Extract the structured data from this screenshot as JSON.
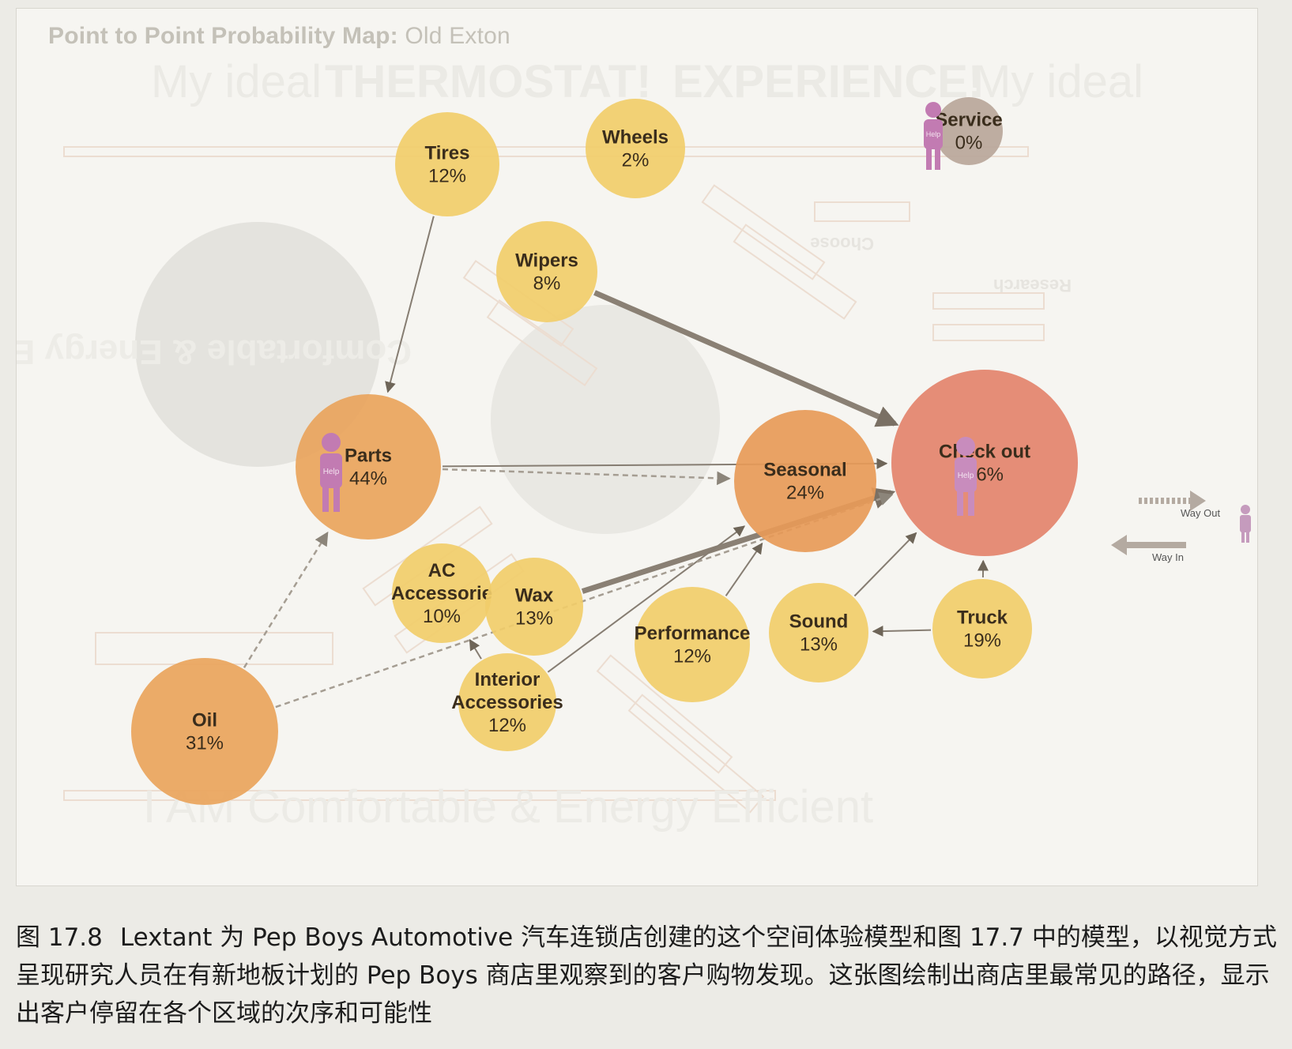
{
  "figure": {
    "title_bold": "Point to Point Probability Map:",
    "title_location": "Old Exton",
    "bubbles": [
      {
        "id": "tires",
        "label": "Tires",
        "pct": "12%",
        "color": "#f1cd6a"
      },
      {
        "id": "wheels",
        "label": "Wheels",
        "pct": "2%",
        "color": "#f1cd6a"
      },
      {
        "id": "service",
        "label": "Service",
        "pct": "0%",
        "color": "#b9a69a"
      },
      {
        "id": "wipers",
        "label": "Wipers",
        "pct": "8%",
        "color": "#f1cd6a"
      },
      {
        "id": "parts",
        "label": "Parts",
        "pct": "44%",
        "color": "#e9a45c"
      },
      {
        "id": "seasonal",
        "label": "Seasonal",
        "pct": "24%",
        "color": "#e79a58"
      },
      {
        "id": "checkout",
        "label": "Check out",
        "pct": "56%",
        "color": "#e3836c"
      },
      {
        "id": "ac",
        "label": "AC Accessorie",
        "pct": "10%",
        "color": "#f1cd6a"
      },
      {
        "id": "wax",
        "label": "Wax",
        "pct": "13%",
        "color": "#f1cd6a"
      },
      {
        "id": "performance",
        "label": "Performance",
        "pct": "12%",
        "color": "#f1cd6a"
      },
      {
        "id": "sound",
        "label": "Sound",
        "pct": "13%",
        "color": "#f1cd6a"
      },
      {
        "id": "truck",
        "label": "Truck",
        "pct": "19%",
        "color": "#f1cd6a"
      },
      {
        "id": "interior",
        "label": "Interior Accessories",
        "pct": "12%",
        "color": "#f1cd6a"
      },
      {
        "id": "oil",
        "label": "Oil",
        "pct": "31%",
        "color": "#e9a45c"
      }
    ],
    "paths": [
      {
        "from": "tires",
        "to": "parts",
        "style": "solid"
      },
      {
        "from": "wipers",
        "to": "checkout",
        "style": "heavy"
      },
      {
        "from": "parts",
        "to": "checkout",
        "style": "solid"
      },
      {
        "from": "parts",
        "to": "seasonal",
        "style": "dashed"
      },
      {
        "from": "wax",
        "to": "checkout",
        "style": "heavy"
      },
      {
        "from": "performance",
        "to": "seasonal",
        "style": "solid"
      },
      {
        "from": "interior",
        "to": "ac",
        "style": "solid"
      },
      {
        "from": "interior",
        "to": "seasonal",
        "style": "solid"
      },
      {
        "from": "sound",
        "to": "checkout",
        "style": "solid"
      },
      {
        "from": "truck",
        "to": "sound",
        "style": "solid"
      },
      {
        "from": "truck",
        "to": "checkout",
        "style": "solid"
      },
      {
        "from": "oil",
        "to": "parts",
        "style": "dashed"
      },
      {
        "from": "oil",
        "to": "checkout",
        "style": "dashed"
      }
    ],
    "legend": {
      "way_out": "Way Out",
      "way_in": "Way In"
    },
    "help_badge": "Help",
    "background_text": {
      "my_ideal_left": "My ideal",
      "thermostat": "THERMOSTAT!",
      "experience": "EXPERIENCE!",
      "my_ideal_right": "My ideal",
      "comfortable_bottom": "I AM Comfortable & Energy Efficient",
      "comfortable_mirrored": "Comfortable & Energy Efficient",
      "choose": "Choose",
      "research": "Research"
    }
  },
  "caption": {
    "fig_no": "图 17.8",
    "text": "Lextant 为 Pep Boys Automotive 汽车连锁店创建的这个空间体验模型和图 17.7 中的模型，以视觉方式呈现研究人员在有新地板计划的 Pep Boys 商店里观察到的客户购物发现。这张图绘制出商店里最常见的路径，显示出客户停留在各个区域的次序和可能性"
  }
}
